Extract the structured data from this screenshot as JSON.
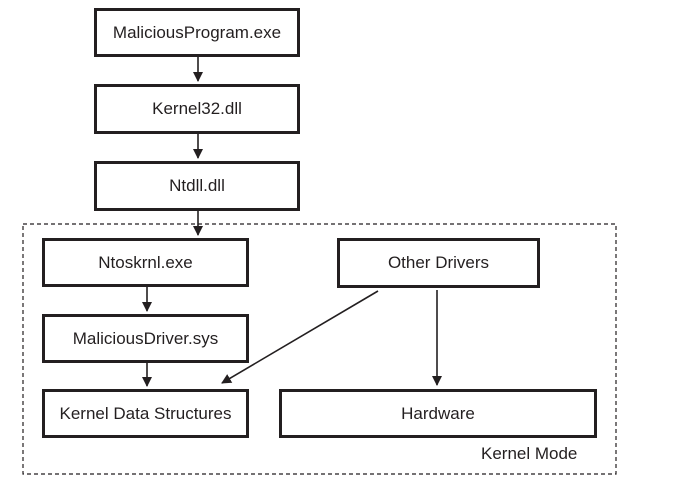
{
  "diagram": {
    "nodes": {
      "malicious_program": "MaliciousProgram.exe",
      "kernel32": "Kernel32.dll",
      "ntdll": "Ntdll.dll",
      "ntoskrnl": "Ntoskrnl.exe",
      "other_drivers": "Other Drivers",
      "malicious_driver": "MaliciousDriver.sys",
      "kernel_data_structures": "Kernel Data Structures",
      "hardware": "Hardware"
    },
    "region_label": "Kernel Mode",
    "edges": [
      {
        "from": "MaliciousProgram.exe",
        "to": "Kernel32.dll"
      },
      {
        "from": "Kernel32.dll",
        "to": "Ntdll.dll"
      },
      {
        "from": "Ntdll.dll",
        "to": "Ntoskrnl.exe"
      },
      {
        "from": "Ntoskrnl.exe",
        "to": "MaliciousDriver.sys"
      },
      {
        "from": "MaliciousDriver.sys",
        "to": "Kernel Data Structures"
      },
      {
        "from": "Other Drivers",
        "to": "Kernel Data Structures"
      },
      {
        "from": "Other Drivers",
        "to": "Hardware"
      }
    ],
    "colors": {
      "stroke": "#231f20",
      "background": "#ffffff"
    }
  }
}
